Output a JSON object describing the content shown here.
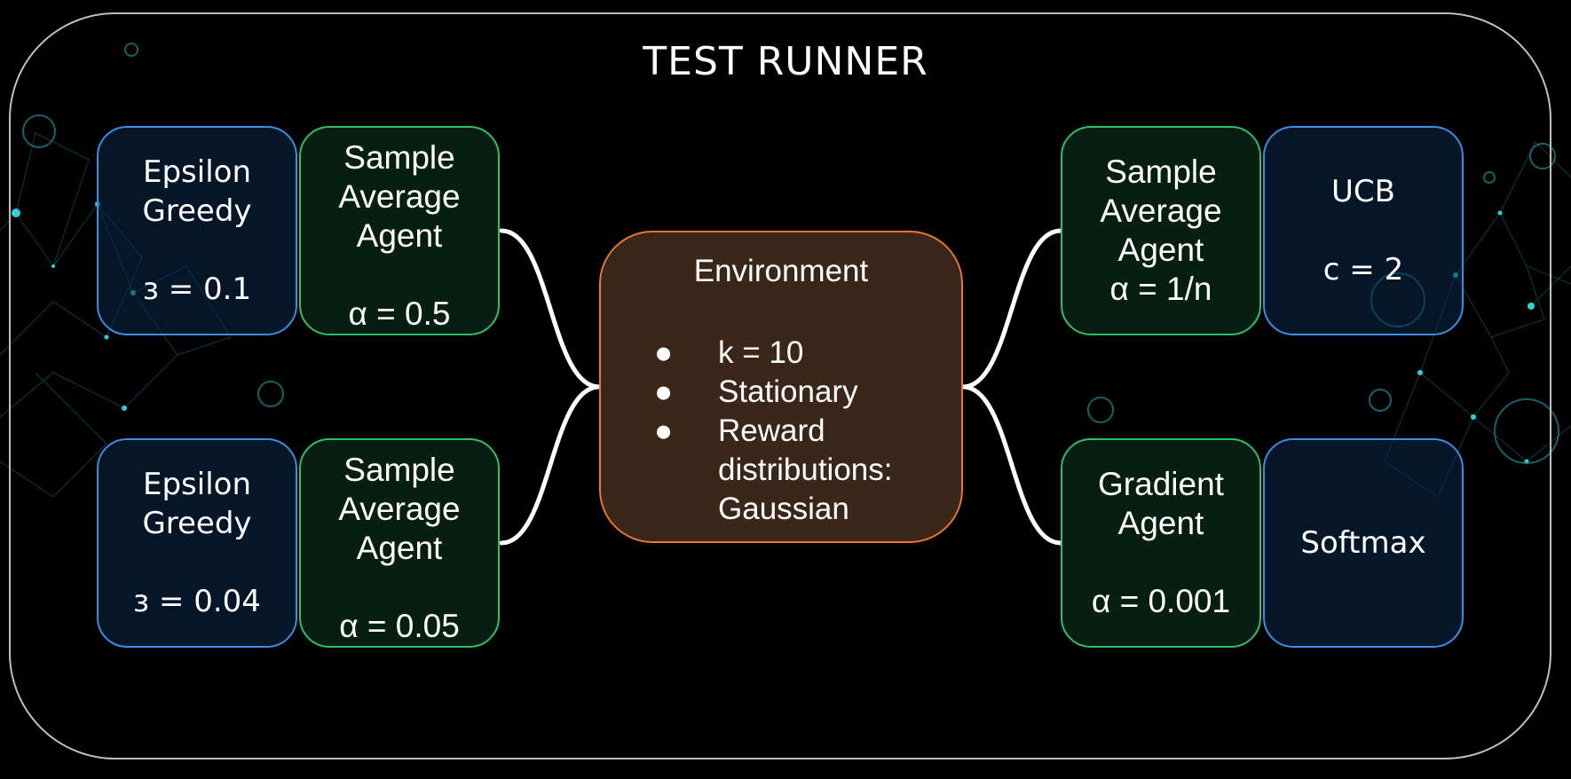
{
  "title": "TEST RUNNER",
  "agents": {
    "left_top": {
      "policy": {
        "name_line1": "Epsilon",
        "name_line2": "Greedy",
        "param": "ɜ = 0.1"
      },
      "agent": {
        "line1": "Sample",
        "line2": "Average",
        "line3": "Agent",
        "param": "α = 0.5"
      }
    },
    "left_bottom": {
      "policy": {
        "name_line1": "Epsilon",
        "name_line2": "Greedy",
        "param": "ɜ = 0.04"
      },
      "agent": {
        "line1": "Sample",
        "line2": "Average",
        "line3": "Agent",
        "param": "α = 0.05"
      }
    },
    "right_top": {
      "agent": {
        "line1": "Sample",
        "line2": "Average",
        "line3": "Agent",
        "param": "α = 1/n"
      },
      "policy": {
        "name": "UCB",
        "param": "c = 2"
      }
    },
    "right_bottom": {
      "agent": {
        "line1": "Gradient",
        "line2": "Agent",
        "param": "α = 0.001"
      },
      "policy": {
        "name": "Softmax"
      }
    }
  },
  "environment": {
    "title": "Environment",
    "bullet_glyph": "●",
    "items": [
      {
        "line1": "k = 10"
      },
      {
        "line1": "Stationary"
      },
      {
        "line1": "Reward",
        "line2": "distributions:",
        "line3": "Gaussian"
      }
    ]
  },
  "colors": {
    "frame": "#bfbfbf",
    "policy_border": "#3a8ee6",
    "agent_border": "#2fbf6a",
    "environment_border": "#e8762e",
    "environment_fill": "#3b271a",
    "wire": "#ffffff",
    "background": "#000000",
    "network_accent": "#1fb8c4"
  }
}
